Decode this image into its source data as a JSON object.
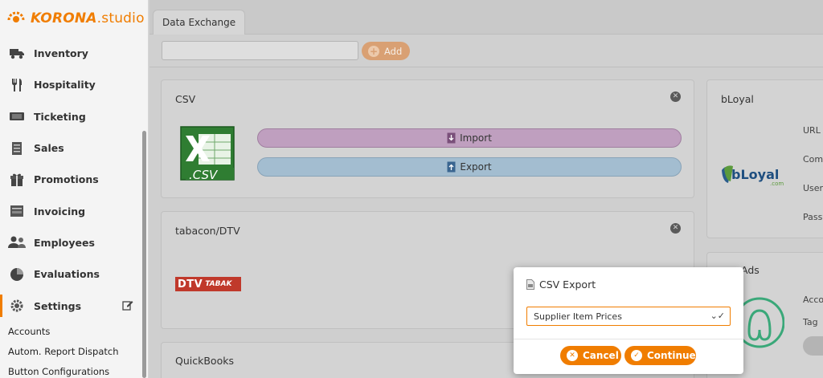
{
  "app": {
    "brand_bold": "KORONA",
    "brand_light": ".studio",
    "accent": "#f07d00"
  },
  "sidebar": {
    "items": [
      {
        "label": "Inventory",
        "icon": "truck-icon"
      },
      {
        "label": "Hospitality",
        "icon": "fork-knife-icon"
      },
      {
        "label": "Ticketing",
        "icon": "ticket-icon"
      },
      {
        "label": "Sales",
        "icon": "receipt-icon"
      },
      {
        "label": "Promotions",
        "icon": "gift-icon"
      },
      {
        "label": "Invoicing",
        "icon": "invoice-icon"
      },
      {
        "label": "Employees",
        "icon": "users-icon"
      },
      {
        "label": "Evaluations",
        "icon": "pie-chart-icon"
      },
      {
        "label": "Settings",
        "icon": "gear-icon"
      }
    ],
    "subitems": [
      "Accounts",
      "Autom. Report Dispatch",
      "Button Configurations"
    ]
  },
  "main": {
    "tab_label": "Data Exchange",
    "add_label": "Add",
    "search_value": "",
    "cards": {
      "csv": {
        "title": "CSV",
        "logo_text": ".CSV",
        "import_label": "Import",
        "export_label": "Export"
      },
      "tabacon": {
        "title": "tabacon/DTV",
        "logo_main": "DTV",
        "logo_sub": "TABAK"
      },
      "quickbooks": {
        "title": "QuickBooks"
      },
      "bloyal": {
        "title": "bLoyal",
        "logo_text": "bLoyal",
        "logo_sub": ".com",
        "fields": [
          "URL",
          "Comp",
          "User",
          "Passw"
        ]
      },
      "ads": {
        "title": "Ads",
        "fields": [
          "Acco",
          "Tag"
        ]
      }
    }
  },
  "dialog": {
    "title": "CSV Export",
    "select_value": "Supplier Item Prices",
    "cancel_label": "Cancel",
    "continue_label": "Continue"
  }
}
